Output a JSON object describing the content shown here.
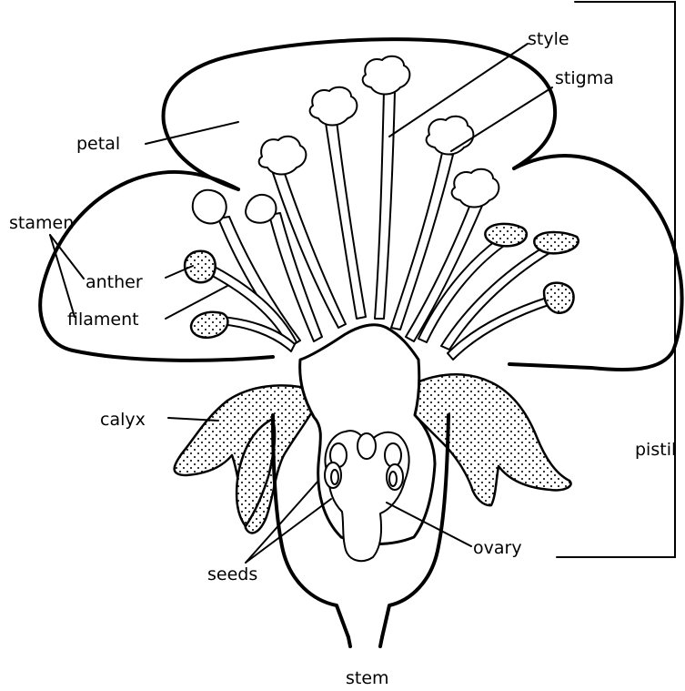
{
  "labels": {
    "style": "style",
    "stigma": "stigma",
    "petal": "petal",
    "stamen": "stamen",
    "anther": "anther",
    "filament": "filament",
    "calyx": "calyx",
    "pistil": "pistil",
    "ovary": "ovary",
    "seeds": "seeds",
    "stem": "stem"
  }
}
